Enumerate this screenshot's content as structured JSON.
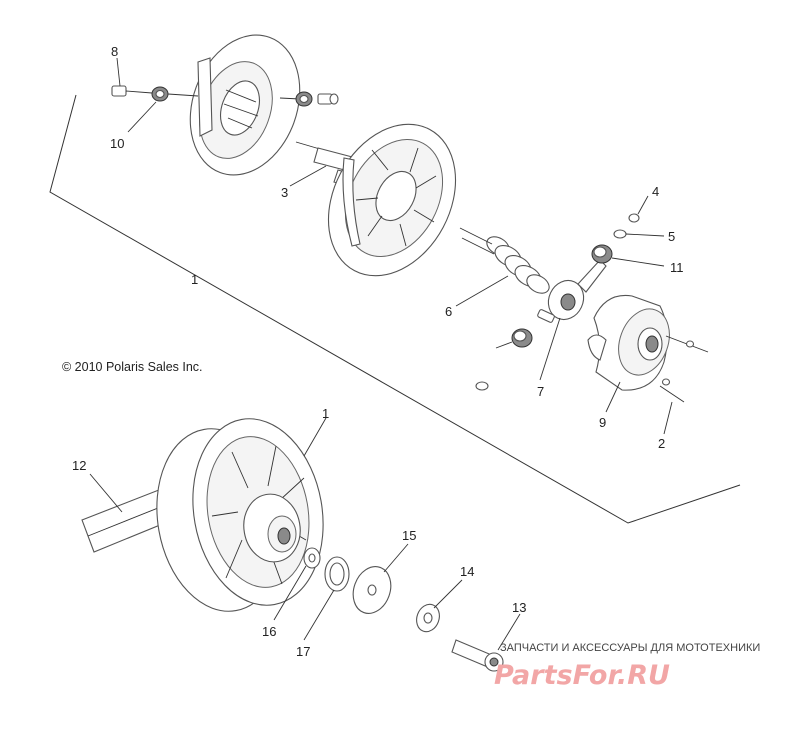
{
  "copyright": "© 2010 Polaris Sales Inc.",
  "watermark": {
    "tagline": "ЗАПЧАСТИ И АКСЕССУАРЫ ДЛЯ МОТОТЕХНИКИ",
    "logo": "PartsFor.RU",
    "logo_color": "#f2a6a6"
  },
  "callouts": [
    {
      "id": "1a",
      "label": "1"
    },
    {
      "id": "1b",
      "label": "1"
    },
    {
      "id": "2",
      "label": "2"
    },
    {
      "id": "3",
      "label": "3"
    },
    {
      "id": "4",
      "label": "4"
    },
    {
      "id": "5",
      "label": "5"
    },
    {
      "id": "6",
      "label": "6"
    },
    {
      "id": "7",
      "label": "7"
    },
    {
      "id": "8",
      "label": "8"
    },
    {
      "id": "9",
      "label": "9"
    },
    {
      "id": "10",
      "label": "10"
    },
    {
      "id": "11",
      "label": "11"
    },
    {
      "id": "12",
      "label": "12"
    },
    {
      "id": "13",
      "label": "13"
    },
    {
      "id": "14",
      "label": "14"
    },
    {
      "id": "15",
      "label": "15"
    },
    {
      "id": "16",
      "label": "16"
    },
    {
      "id": "17",
      "label": "17"
    }
  ]
}
